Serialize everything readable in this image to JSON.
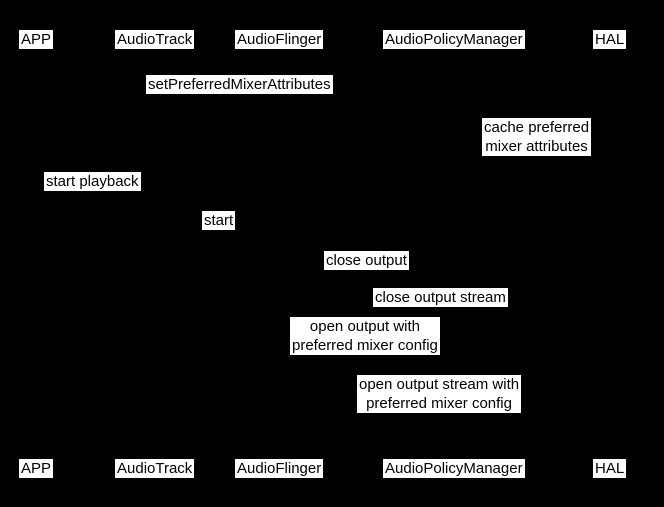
{
  "canvas": {
    "background_color": "#000000",
    "label_background_color": "#ffffff",
    "label_text_color": "#000000"
  },
  "diagram_type": "sequence-diagram",
  "participants": [
    "APP",
    "AudioTrack",
    "AudioFlinger",
    "AudioPolicyManager",
    "HAL"
  ],
  "messages": [
    {
      "label": "setPreferredMixerAttributes"
    },
    {
      "label": "cache preferred\nmixer attributes"
    },
    {
      "label": "start playback"
    },
    {
      "label": "start"
    },
    {
      "label": "close output"
    },
    {
      "label": "close output stream"
    },
    {
      "label": "open output with\npreferred mixer config"
    },
    {
      "label": "open output stream with\npreferred mixer config"
    }
  ]
}
